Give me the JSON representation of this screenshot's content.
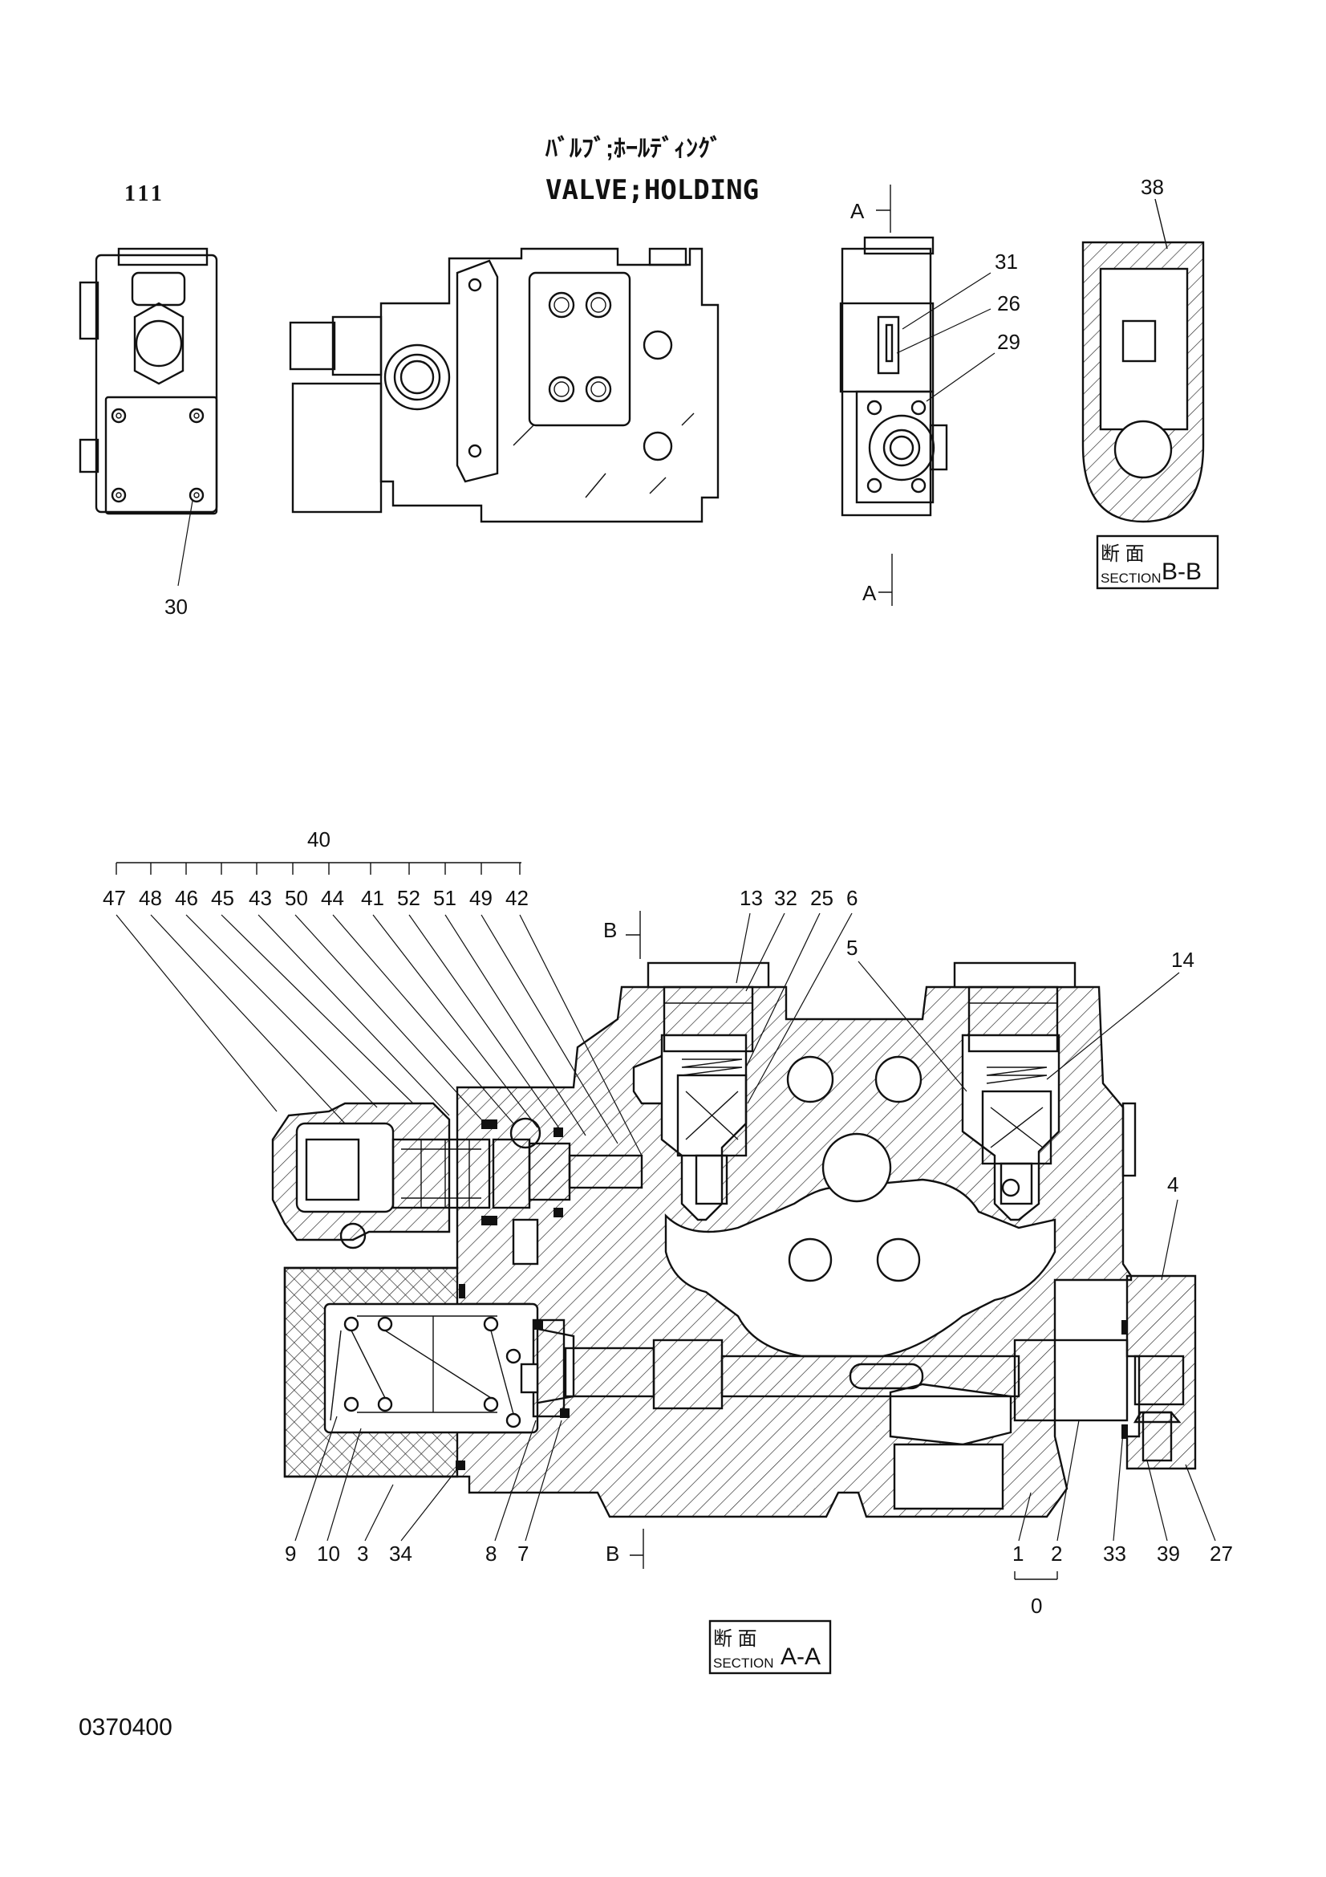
{
  "page": {
    "title_jp": "ﾊﾞﾙﾌﾞ;ﾎｰﾙﾃﾞｨﾝｸﾞ",
    "title_en": "VALVE;HOLDING",
    "figure_no": "111",
    "drawing_no": "0370400"
  },
  "section_labels": {
    "bb": {
      "jp": "断 面",
      "en": "SECTION",
      "suffix": "B-B"
    },
    "aa": {
      "jp": "断 面",
      "en": "SECTION",
      "suffix": "A-A"
    },
    "cut_a": "A",
    "cut_b": "B"
  },
  "top_callouts": [
    "30",
    "31",
    "26",
    "29",
    "38"
  ],
  "assembly_group": {
    "label": "40",
    "members": [
      "47",
      "48",
      "46",
      "45",
      "43",
      "50",
      "44",
      "41",
      "52",
      "51",
      "49",
      "42"
    ]
  },
  "section_callouts_top": [
    "13",
    "32",
    "25",
    "6",
    "5",
    "14",
    "4"
  ],
  "section_callouts_bottom": [
    "9",
    "10",
    "3",
    "34",
    "8",
    "7",
    "1",
    "2",
    "33",
    "39",
    "27"
  ],
  "subgroup": {
    "label": "0"
  }
}
